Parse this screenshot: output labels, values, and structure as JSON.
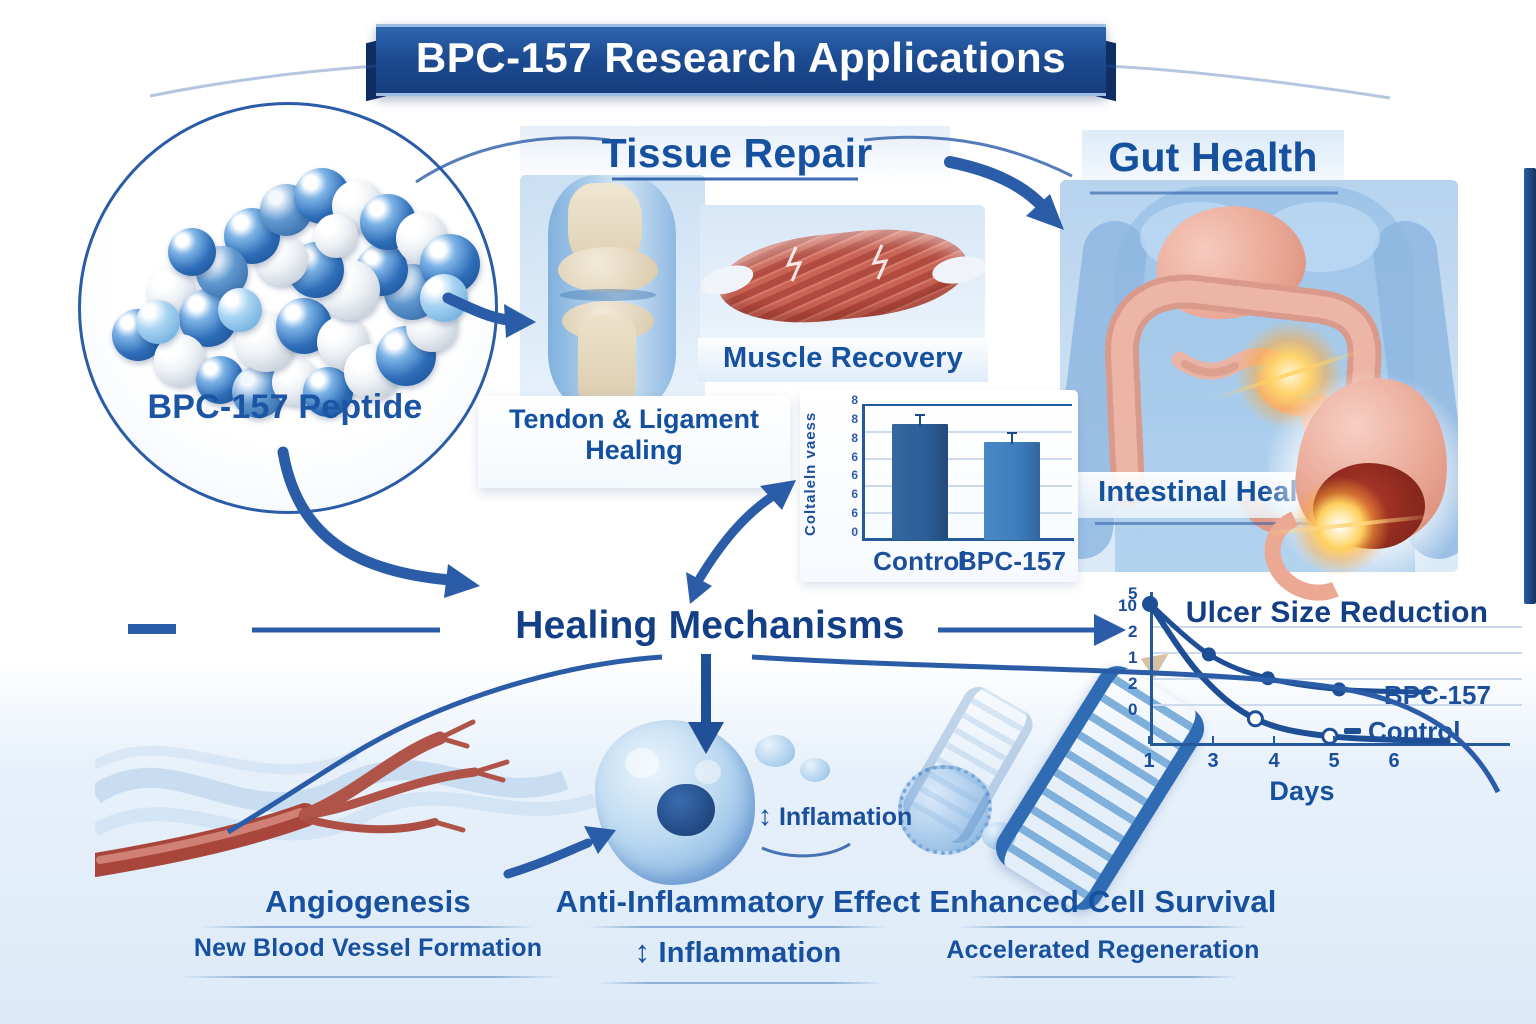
{
  "banner": {
    "title": "BPC-157 Research Applications"
  },
  "peptide": {
    "label": "BPC-157 Peptide"
  },
  "tissue_repair": {
    "heading": "Tissue Repair",
    "tendon_caption_line1": "Tendon & Ligament",
    "tendon_caption_line2": "Healing",
    "muscle_caption": "Muscle Recovery"
  },
  "gut_health": {
    "heading": "Gut Health",
    "caption": "Intestinal Healing"
  },
  "healing_mechanisms": {
    "heading": "Healing Mechanisms"
  },
  "cell_annotation": {
    "arrow_glyph": "↕",
    "label": "Inflamation"
  },
  "mechanism_labels": {
    "angiogenesis": {
      "title": "Angiogenesis",
      "subtitle": "New Blood Vessel Formation"
    },
    "anti_inflammatory": {
      "title": "Anti-Inflammatory Effect",
      "arrow_glyph": "↕",
      "subtitle": "Inflammation"
    },
    "cell_survival": {
      "title": "Enhanced Cell Survival",
      "subtitle": "Accelerated Regeneration"
    }
  },
  "colors": {
    "accent_blue": "#1c4f9c",
    "banner_blue": "#1d4c93",
    "arrow_blue": "#2a5ca8",
    "bar_control": "#2c5d97",
    "bar_bpc157": "#3d7dbd",
    "muscle_red": "#b14a3f",
    "intestine_pink": "#d99a8c",
    "glow_orange": "#ffd36b"
  },
  "chart_data": [
    {
      "type": "bar",
      "title": "",
      "ylabel": "Collagen levels",
      "ylabel_as_rendered": "Coltaleln vaess",
      "ytick_labels_as_rendered": [
        "8",
        "8",
        "8",
        "6",
        "6",
        "6",
        "6",
        "0"
      ],
      "categories": [
        "Control",
        "BPC-157"
      ],
      "values": [
        85,
        72
      ],
      "ylim": [
        0,
        100
      ],
      "error_bars": true,
      "grid": true
    },
    {
      "type": "line",
      "title": "Ulcer Size Reduction",
      "xlabel": "Days",
      "xtick_labels_as_rendered": [
        "1",
        "3",
        "4",
        "5",
        "6"
      ],
      "ytick_labels_as_rendered": [
        "5",
        "10",
        "2",
        "1",
        "2",
        "0"
      ],
      "xlim": [
        1,
        6
      ],
      "ylim": [
        0,
        10
      ],
      "grid": true,
      "legend_position": "right-inside",
      "series": [
        {
          "name": "BPC-157",
          "marker": "filled-circle",
          "x": [
            1,
            1.95,
            2.9,
            4.05,
            5.5
          ],
          "values": [
            10,
            6.4,
            4.7,
            3.9,
            3.7
          ],
          "marker_indices": [
            0,
            1,
            2,
            3
          ]
        },
        {
          "name": "Control",
          "marker": "open-circle",
          "x": [
            1,
            1.8,
            2.7,
            3.9,
            5.8
          ],
          "values": [
            10,
            5,
            1.8,
            0.55,
            0.2
          ],
          "marker_indices": [
            2,
            3
          ]
        }
      ]
    }
  ]
}
